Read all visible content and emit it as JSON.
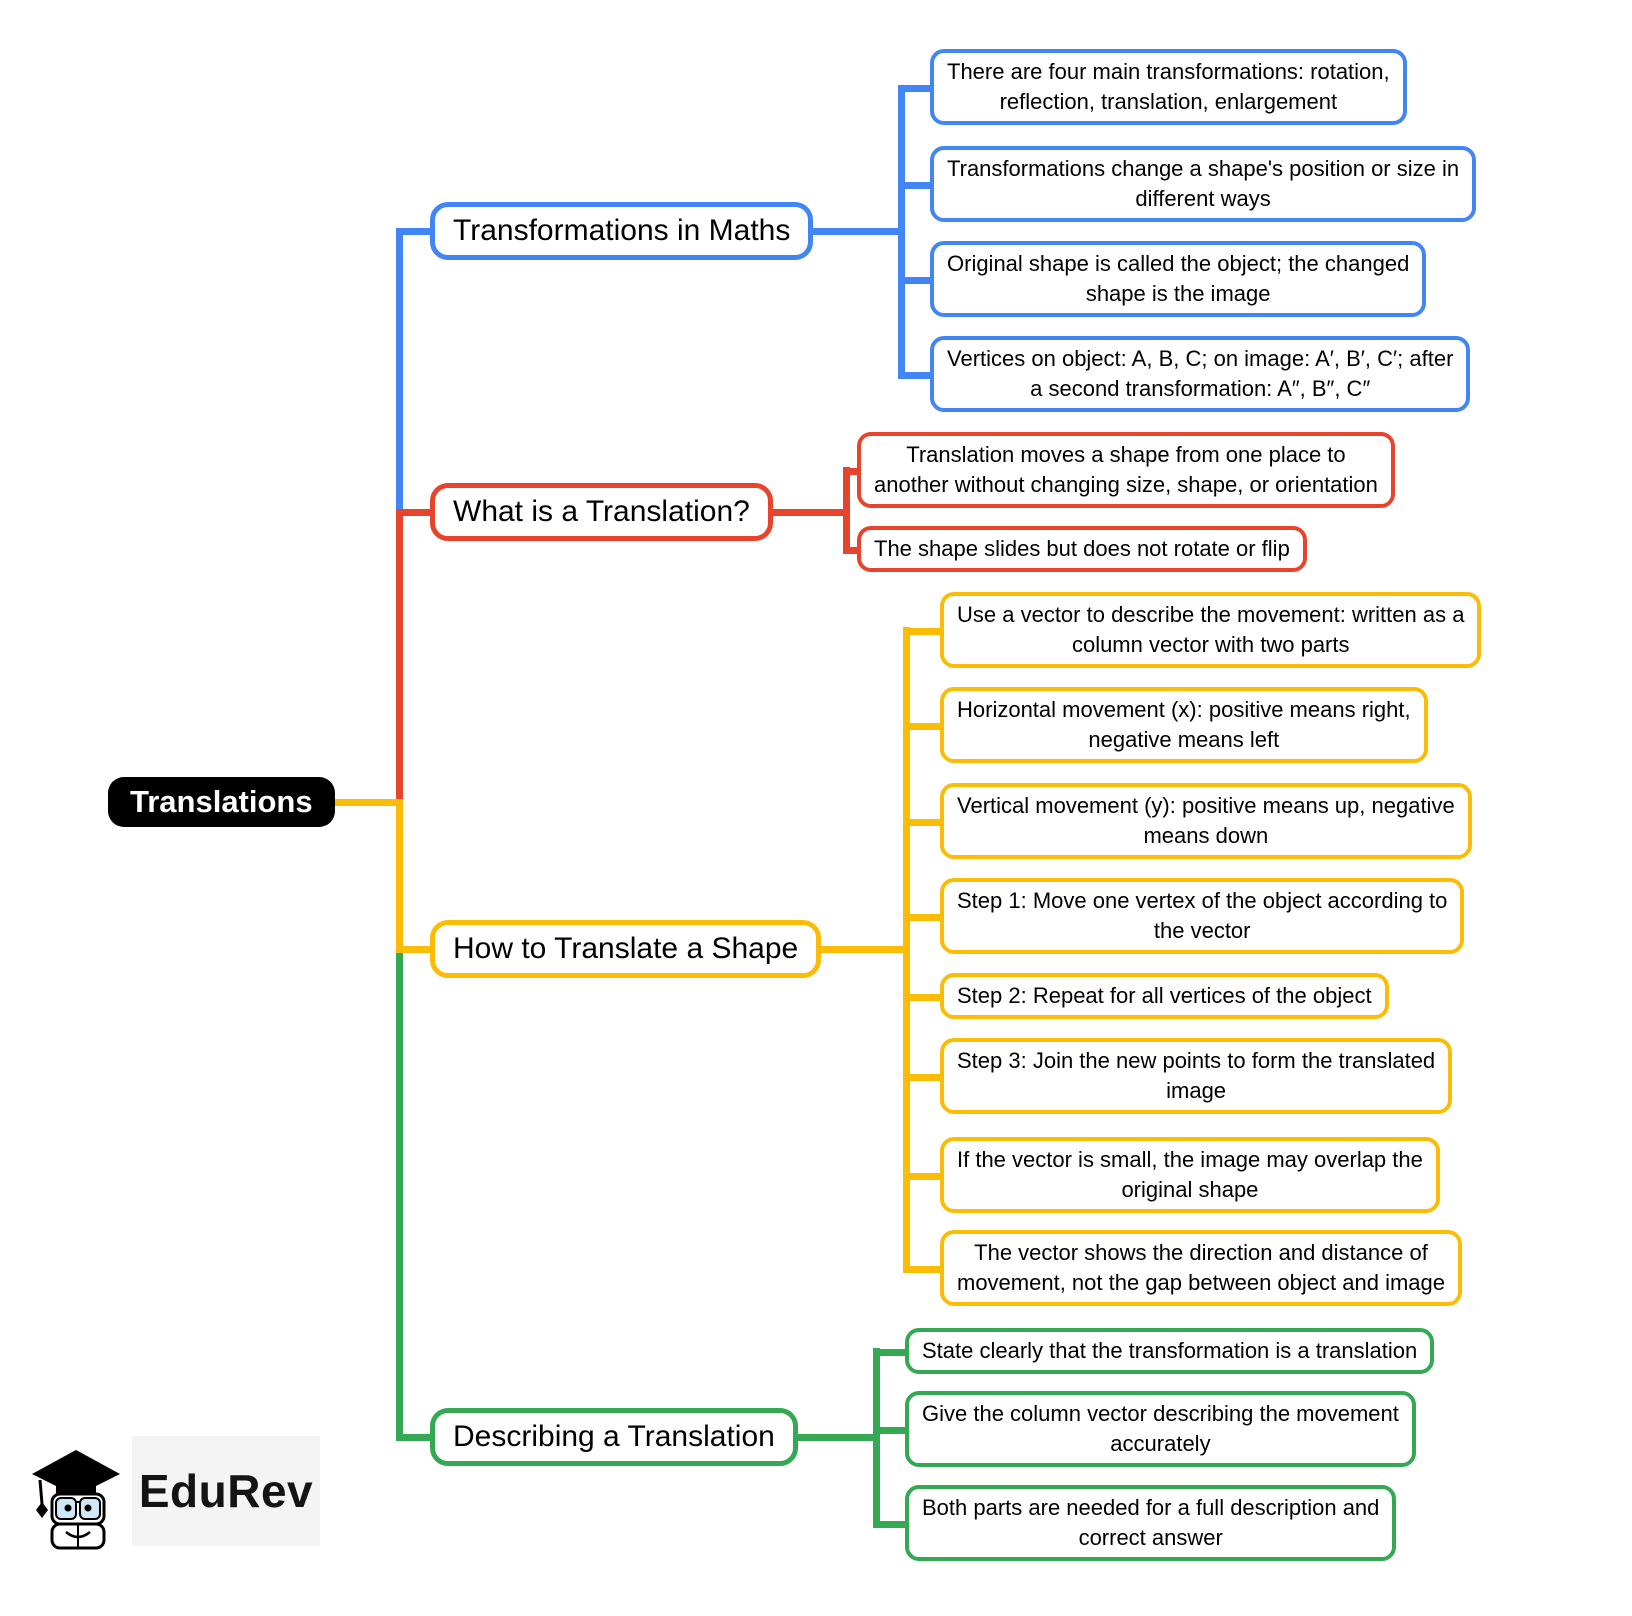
{
  "colors": {
    "blue": "#4285F4",
    "red": "#E8442D",
    "yellow": "#FBBC05",
    "green": "#34A853",
    "root_bg": "#000000"
  },
  "root": {
    "label": "Translations"
  },
  "branches": [
    {
      "label": "Transformations in Maths",
      "color": "blue",
      "leaves": [
        "There are four main transformations: rotation,\nreflection, translation, enlargement",
        "Transformations change a shape's position or size in\ndifferent ways",
        "Original shape is called the object; the changed\nshape is the image",
        "Vertices on object: A, B, C; on image: A′, B′, C′; after\na second transformation: A″, B″, C″"
      ]
    },
    {
      "label": "What is a Translation?",
      "color": "red",
      "leaves": [
        "Translation moves a shape from one place to\nanother without changing size, shape, or orientation",
        "The shape slides but does not rotate or flip"
      ]
    },
    {
      "label": "How to Translate a Shape",
      "color": "yellow",
      "leaves": [
        "Use a vector to describe the movement: written as a\ncolumn vector with two parts",
        "Horizontal movement (x): positive means right,\nnegative means left",
        "Vertical movement (y): positive means up, negative\nmeans down",
        "Step 1: Move one vertex of the object according to\nthe vector",
        "Step 2: Repeat for all vertices of the object",
        "Step 3: Join the new points to form the translated\nimage",
        "If the vector is small, the image may overlap the\noriginal shape",
        "The vector shows the direction and distance of\nmovement, not the gap between object and image"
      ]
    },
    {
      "label": "Describing a Translation",
      "color": "green",
      "leaves": [
        "State clearly that the transformation is a translation",
        "Give the column vector describing the movement\naccurately",
        "Both parts are needed for a full description and\ncorrect answer"
      ]
    }
  ],
  "logo": {
    "text": "EduRev"
  }
}
